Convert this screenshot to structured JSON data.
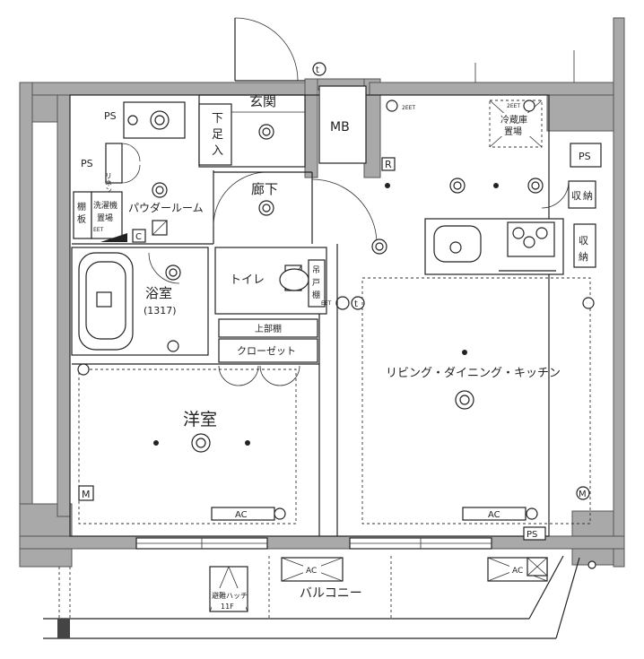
{
  "rooms": {
    "entrance": "玄関",
    "shoe_storage": [
      "下",
      "足",
      "入"
    ],
    "mb": "MB",
    "r_mark": "R",
    "fridge": [
      "冷蔵庫",
      "置場"
    ],
    "ps_labels": [
      "PS",
      "PS",
      "PS",
      "PS"
    ],
    "linen": "リネン庫",
    "hallway": "廊下",
    "powder_room": "パウダールーム",
    "shelf": [
      "棚",
      "板"
    ],
    "washer": [
      "洗濯機",
      "置場"
    ],
    "c_mark": "C",
    "storage_a": [
      "収",
      "納"
    ],
    "storage_b": [
      "収",
      "納"
    ],
    "toilet": "トイレ",
    "hanging_shelf": [
      "吊",
      "戸",
      "棚"
    ],
    "bath": "浴室",
    "bath_size": "(1317)",
    "upper_shelf": "上部棚",
    "closet": "クローゼット",
    "western_room": "洋室",
    "ldk": "リビング・ダイニング・キッチン",
    "m_mark_left": "M",
    "m_mark_right": "M",
    "ac_left": "AC",
    "ac_right": "AC",
    "ac_balcony_1": "AC",
    "ac_balcony_2": "AC",
    "balcony": "バルコニー",
    "escape_hatch": [
      "避難ハッチ",
      "11F"
    ],
    "t_mark_top": "t",
    "t_mark_mid": "t",
    "eet_labels": [
      "2EET",
      "2EET",
      "EET",
      "EET"
    ]
  }
}
